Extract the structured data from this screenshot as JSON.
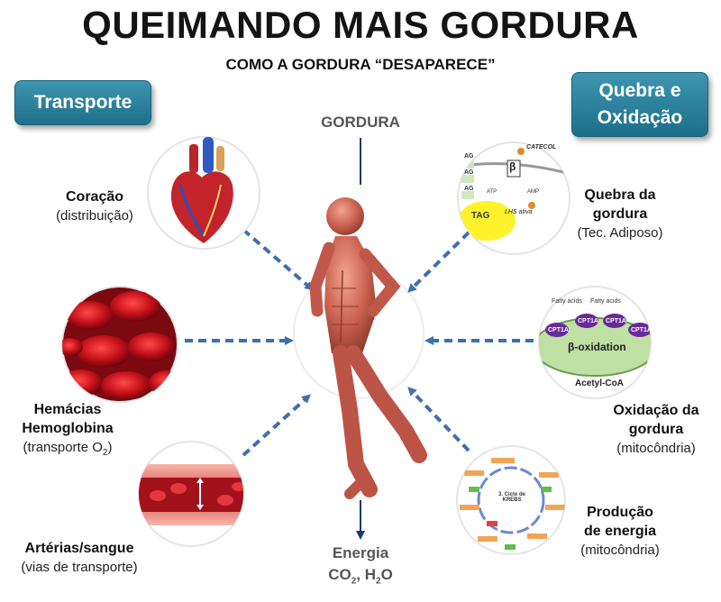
{
  "title": "QUEIMANDO MAIS GORDURA",
  "subtitle": "COMO A GORDURA “DESAPARECE”",
  "tags": {
    "transporte": "Transporte",
    "quebra_l1": "Quebra e",
    "quebra_l2": "Oxidação"
  },
  "top_label": "GORDURA",
  "bottom": {
    "line1": "Energia",
    "co2_a": "CO",
    "co2_sub": "2",
    "h2o_a": "H",
    "h2o_sub": "2",
    "h2o_b": "O"
  },
  "left_items": [
    {
      "title": "Coração",
      "desc": "(distribuição)"
    },
    {
      "title1": "Hemácias",
      "title2": "Hemoglobina",
      "desc_a": "(transporte  O",
      "desc_sub": "2",
      "desc_b": ")"
    },
    {
      "title": "Artérias/sangue",
      "desc": "(vias de transporte)"
    }
  ],
  "right_items": [
    {
      "title1": "Quebra da",
      "title2": "gordura",
      "desc": "(Tec. Adiposo)"
    },
    {
      "title1": "Oxidação da",
      "title2": "gordura",
      "desc": "(mitocôndria)"
    },
    {
      "title1": "Produção",
      "title2": "de energia",
      "desc": "(mitocôndria)"
    }
  ],
  "lipolysis_diagram": {
    "ag": "AG",
    "tag": "TAG",
    "beta": "β",
    "catecol": "CATECOL",
    "lhs": "LHS ativa",
    "amp": "AMP",
    "atp": "ATP"
  },
  "oxidation_diagram": {
    "fatty_acids": "Fatty acids",
    "cpt": "CPT1A",
    "beta_ox": "β-oxidation",
    "acetyl": "Acetyl-CoA"
  },
  "krebs_diagram": {
    "center": "3. Ciclo de KREBS"
  },
  "colors": {
    "arrow": "#3d6fb0",
    "tag_bg": "#2a86a3",
    "axis": "#1a3a6a"
  }
}
